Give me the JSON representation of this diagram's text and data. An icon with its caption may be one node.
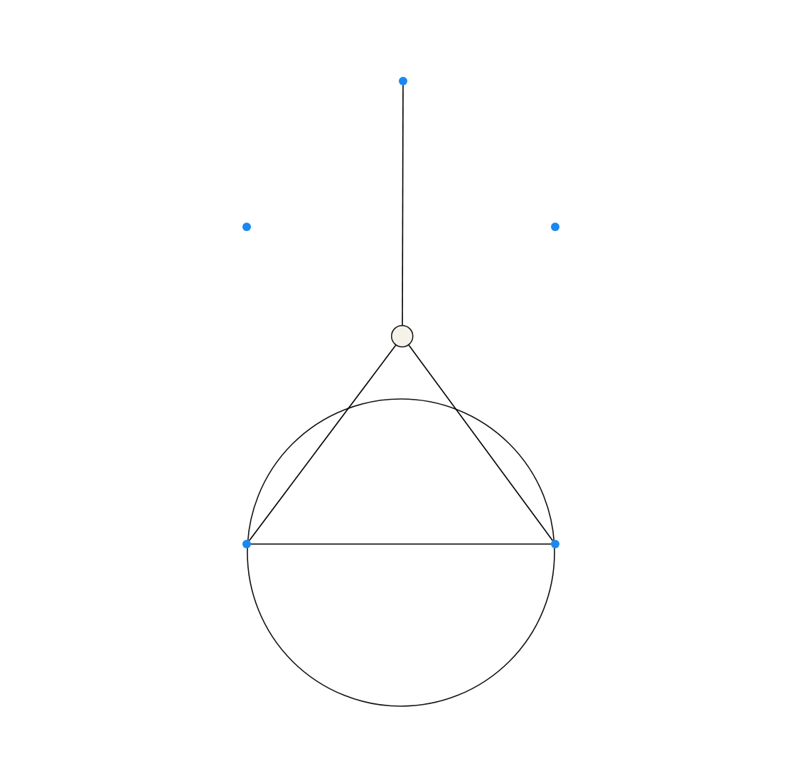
{
  "diagram": {
    "nodes": [
      {
        "text": [],
        "shape": "circle"
      },
      {
        "text": [],
        "shape": "circle"
      },
      {
        "text": [],
        "shape": "circle"
      },
      {
        "text": [],
        "shape": "circle"
      },
      {
        "text": [],
        "shape": "circle"
      },
      {
        "text": [],
        "shape": "circle"
      }
    ],
    "edges": [
      {
        "from": 0,
        "to": 3,
        "arrow": "none"
      },
      {
        "from": 3,
        "to": 4,
        "arrow": "none"
      },
      {
        "from": 3,
        "to": 5,
        "arrow": "none"
      },
      {
        "from": 4,
        "to": 5,
        "arrow": "none"
      }
    ]
  }
}
